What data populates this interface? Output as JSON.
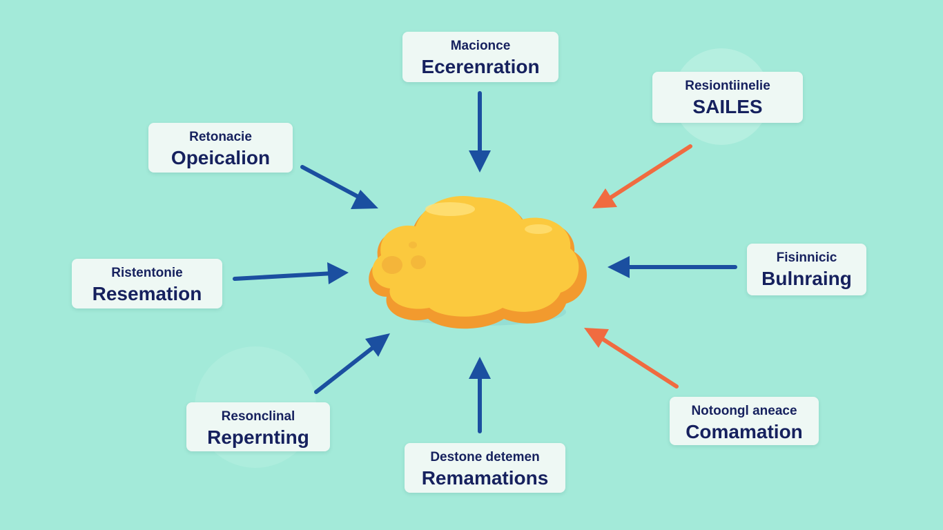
{
  "colors": {
    "background": "#a3ead9",
    "box_fill": "#eef8f4",
    "text": "#16215e",
    "arrow_blue": "#1b4fa0",
    "arrow_orange": "#f06b40",
    "cloud_fill": "#fbc93e",
    "cloud_shadow": "#f29a2e"
  },
  "center": {
    "icon": "cloud-icon"
  },
  "nodes": [
    {
      "id": "top",
      "small": "Macionce",
      "big": "Ecerenration"
    },
    {
      "id": "top-right",
      "small": "Resiontiinelie",
      "big": "SAILES"
    },
    {
      "id": "left-upper",
      "small": "Retonacie",
      "big": "Opeicalion"
    },
    {
      "id": "left",
      "small": "Ristentonie",
      "big": "Resemation"
    },
    {
      "id": "right",
      "small": "Fisinnicic",
      "big": "Bulnraing"
    },
    {
      "id": "bottom-left",
      "small": "Resonclinal",
      "big": "Repernting"
    },
    {
      "id": "bottom",
      "small": "Destone detemen",
      "big": "Remamations"
    },
    {
      "id": "bottom-right",
      "small": "Notoongl aneace",
      "big": "Comamation"
    }
  ],
  "arrows": [
    {
      "from": "top",
      "color": "blue"
    },
    {
      "from": "top-right",
      "color": "orange"
    },
    {
      "from": "left-upper",
      "color": "blue"
    },
    {
      "from": "left",
      "color": "blue"
    },
    {
      "from": "right",
      "color": "blue"
    },
    {
      "from": "bottom-left",
      "color": "blue"
    },
    {
      "from": "bottom",
      "color": "blue"
    },
    {
      "from": "bottom-right",
      "color": "orange"
    }
  ]
}
